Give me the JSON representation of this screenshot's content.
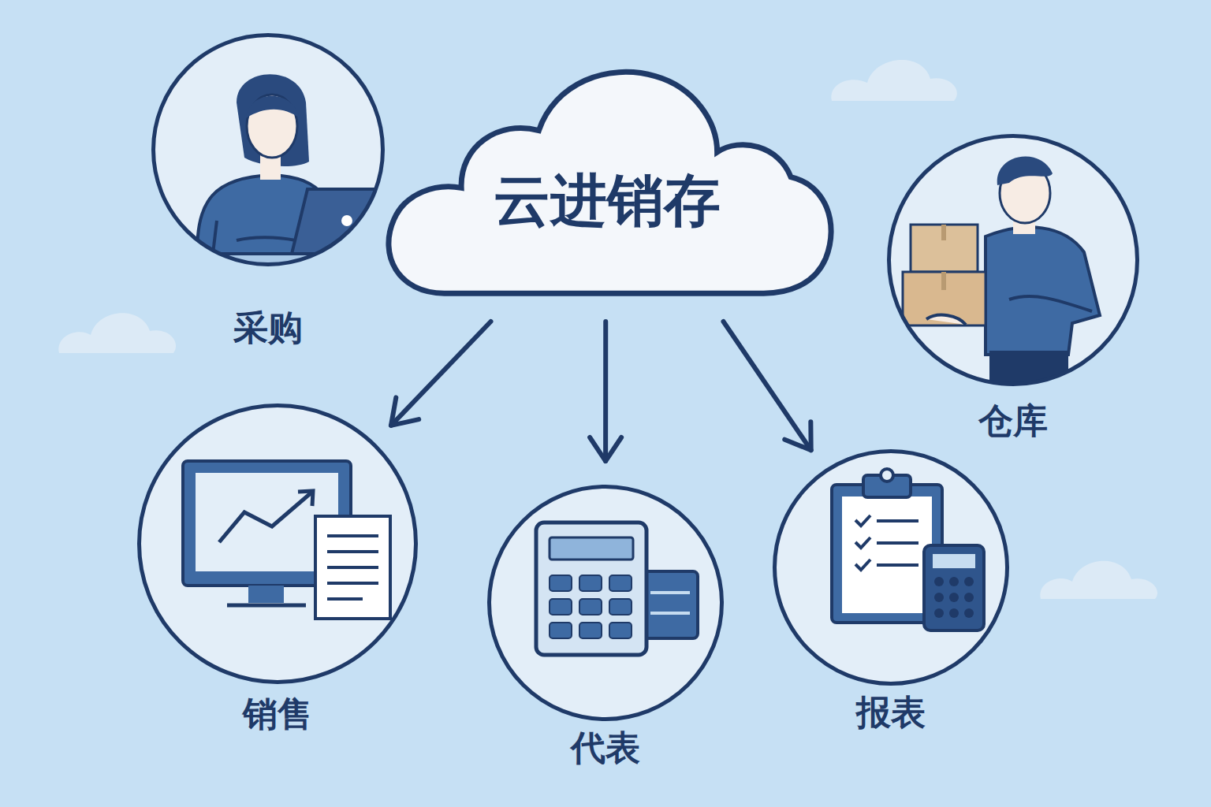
{
  "diagram": {
    "nodes": [
      {
        "text": [
          "采购"
        ]
      },
      {
        "text": [
          "云进销存"
        ]
      },
      {
        "text": [
          "仓库"
        ]
      },
      {
        "text": [
          "销售"
        ]
      },
      {
        "text": [
          "代表"
        ]
      },
      {
        "text": [
          "报表"
        ]
      }
    ],
    "edges": [
      {
        "from": 1,
        "to": 3,
        "arrow": "to"
      },
      {
        "from": 1,
        "to": 4,
        "arrow": "to"
      },
      {
        "from": 1,
        "to": 5,
        "arrow": "to"
      }
    ]
  }
}
